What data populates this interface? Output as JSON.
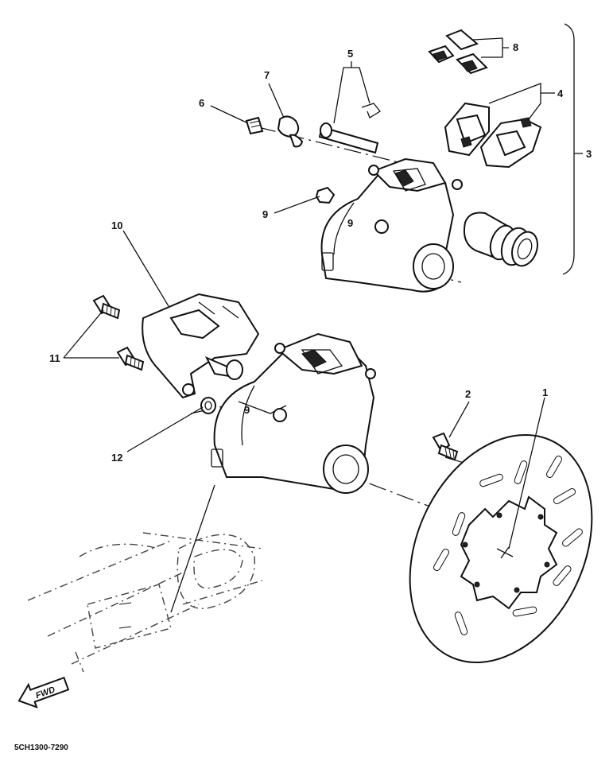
{
  "callouts": [
    {
      "label": "1"
    },
    {
      "label": "2"
    },
    {
      "label": "3"
    },
    {
      "label": "4"
    },
    {
      "label": "5"
    },
    {
      "label": "6"
    },
    {
      "label": "7"
    },
    {
      "label": "8"
    },
    {
      "label": "9"
    },
    {
      "label": "9"
    },
    {
      "label": "10"
    },
    {
      "label": "11"
    },
    {
      "label": "12"
    }
  ],
  "fwd_arrow": {
    "label": "FWD"
  },
  "diagram_code": "5CH1300-7290"
}
